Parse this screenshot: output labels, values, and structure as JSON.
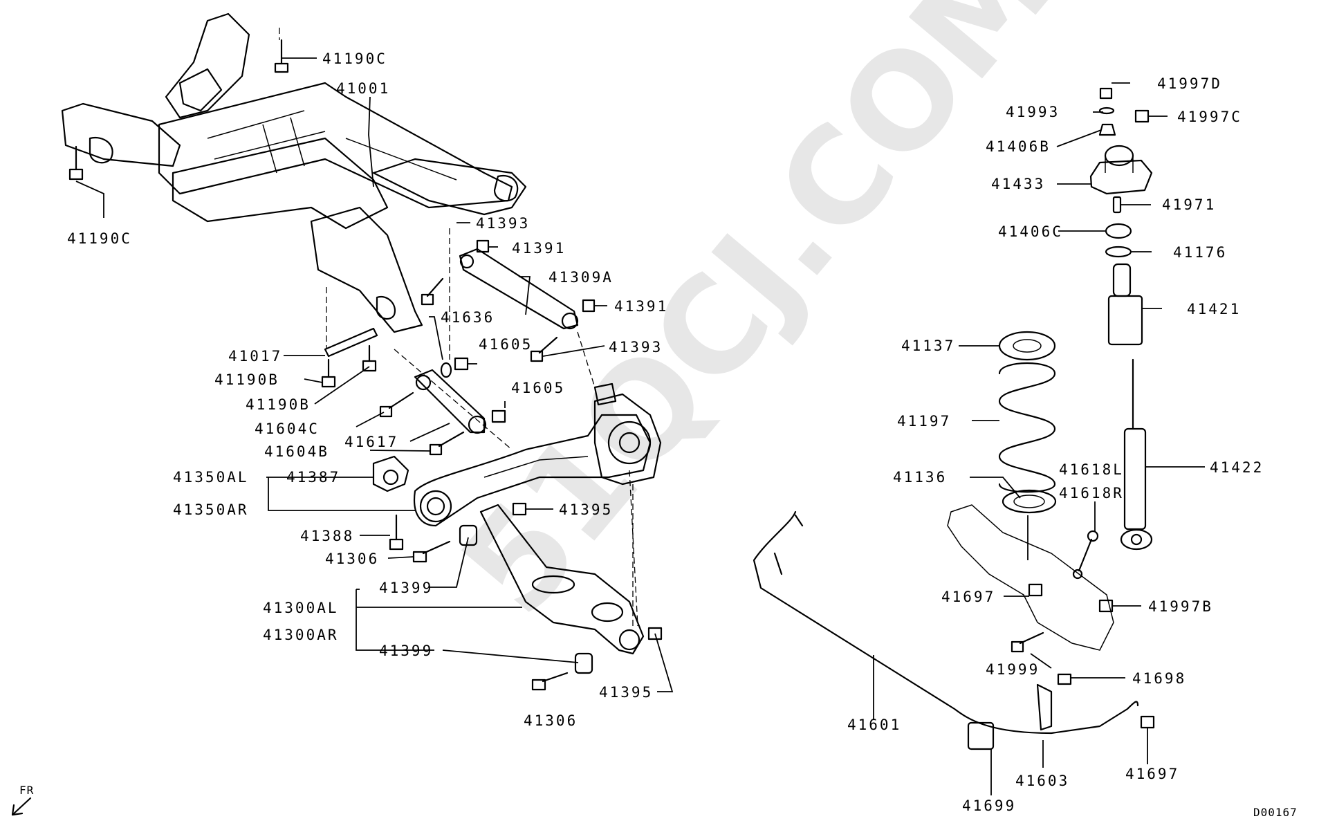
{
  "labels": {
    "p41190c_top": "41190C",
    "p41190c_left": "41190C",
    "p41001": "41001",
    "p41393_a": "41393",
    "p41391_a": "41391",
    "p41309a": "41309A",
    "p41391_b": "41391",
    "p41636": "41636",
    "p41605_a": "41605",
    "p41393_b": "41393",
    "p41017": "41017",
    "p41190b_a": "41190B",
    "p41190b_b": "41190B",
    "p41605_b": "41605",
    "p41604c": "41604C",
    "p41617": "41617",
    "p41604b": "41604B",
    "p41350al": "41350AL",
    "p41387": "41387",
    "p41350ar": "41350AR",
    "p41395_a": "41395",
    "p41388": "41388",
    "p41306_a": "41306",
    "p41399_a": "41399",
    "p41300al": "41300AL",
    "p41300ar": "41300AR",
    "p41399_b": "41399",
    "p41395_b": "41395",
    "p41306_b": "41306",
    "p41997d": "41997D",
    "p41993": "41993",
    "p41997c": "41997C",
    "p41406b": "41406B",
    "p41433": "41433",
    "p41971": "41971",
    "p41406c": "41406C",
    "p41176": "41176",
    "p41421": "41421",
    "p41137": "41137",
    "p41197": "41197",
    "p41422": "41422",
    "p41136": "41136",
    "p41618l": "41618L",
    "p41618r": "41618R",
    "p41697_a": "41697",
    "p41997b": "41997B",
    "p41999": "41999",
    "p41698": "41698",
    "p41601": "41601",
    "p41603": "41603",
    "p41697_b": "41697",
    "p41699": "41699"
  },
  "direction_label": "FR",
  "diagram_code": "D00167",
  "watermark": "51QCJ.COM"
}
